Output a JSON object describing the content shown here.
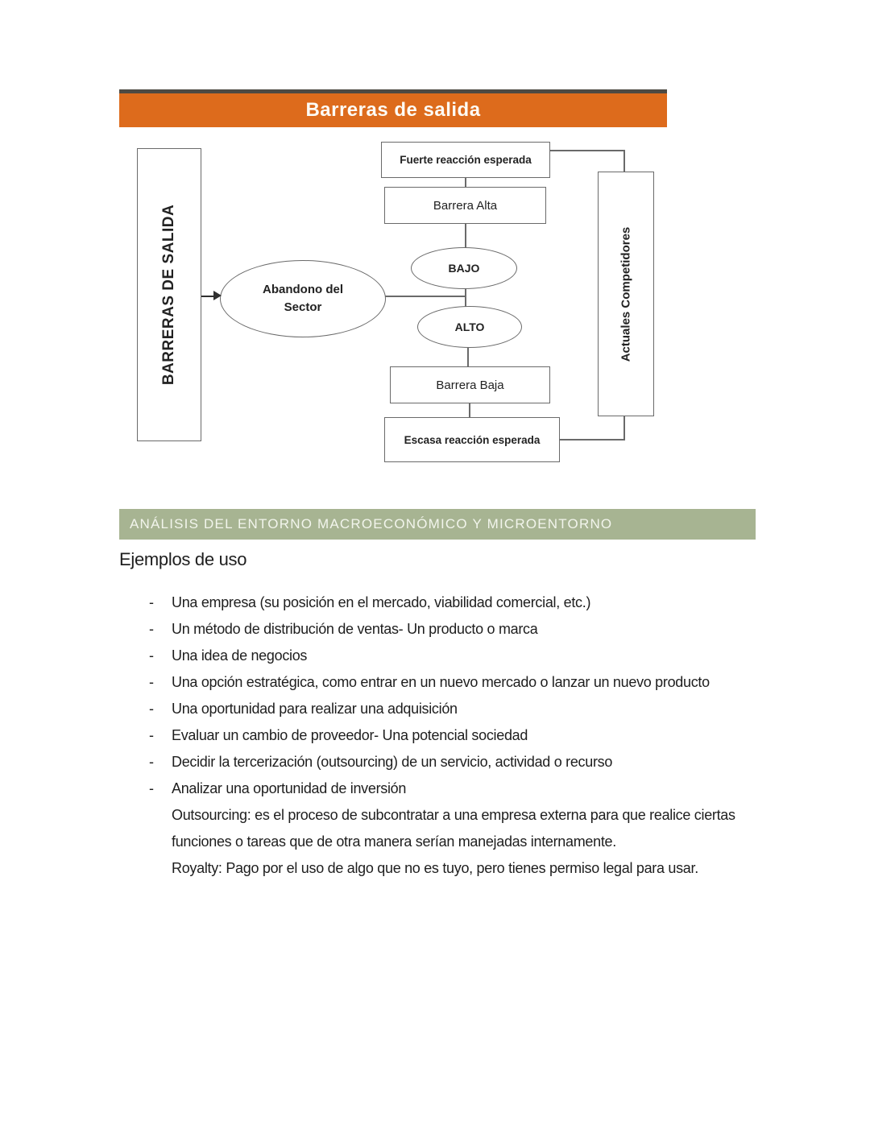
{
  "figure": {
    "title": "Barreras de salida",
    "banner_bg": "#dd6b1c",
    "line_color": "#6a6a6a",
    "nodes": {
      "left_box": "BARRERAS DE SALIDA",
      "top_box": "Fuerte reacción esperada",
      "barrier_high": "Barrera Alta",
      "low": "BAJO",
      "abandon": "Abandono del Sector",
      "high": "ALTO",
      "barrier_low": "Barrera Baja",
      "bottom_box": "Escasa reacción esperada",
      "right_box": "Actuales Competidores"
    }
  },
  "section": {
    "header": "ANÁLISIS DEL ENTORNO MACROECONÓMICO Y MICROENTORNO",
    "header_bg": "#a7b492",
    "subheading": "Ejemplos de uso",
    "bullet_char": "-",
    "bullets": [
      "Una empresa (su posición en el mercado, viabilidad comercial, etc.)",
      "Un método de distribución de ventas- Un producto o marca",
      "Una idea de negocios",
      "Una opción estratégica, como entrar en un nuevo mercado o lanzar un nuevo producto",
      "Una oportunidad para realizar una adquisición",
      "Evaluar un cambio de proveedor- Una potencial sociedad",
      "Decidir la tercerización (outsourcing) de un servicio, actividad o recurso",
      "Analizar una oportunidad de inversión"
    ],
    "notes": [
      "Outsourcing: es el proceso de subcontratar a una empresa externa para que realice ciertas",
      "funciones o tareas que de otra manera serían manejadas internamente.",
      "Royalty: Pago por el uso de algo que no es tuyo, pero tienes permiso legal para usar."
    ]
  }
}
